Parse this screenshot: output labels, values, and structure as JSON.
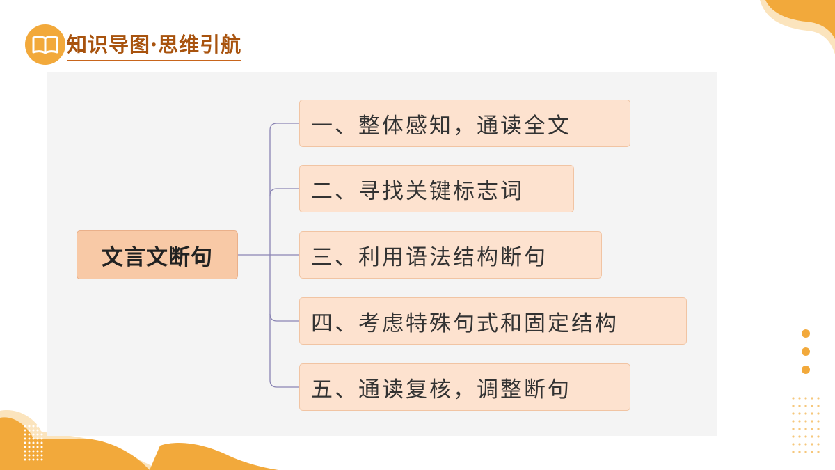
{
  "header": {
    "title": "知识导图·思维引航",
    "icon": "open-book-icon"
  },
  "mindmap": {
    "root": "文言文断句",
    "branches": [
      "一、整体感知，通读全文",
      "二、寻找关键标志词",
      "三、利用语法结构断句",
      "四、考虑特殊句式和固定结构",
      "五、通读复核，调整断句"
    ]
  },
  "colors": {
    "accent": "#f2a93b",
    "title": "#a8530e",
    "root_fill": "#f8c9a6",
    "branch_fill": "#fde2cf",
    "connector": "#8a84b3"
  }
}
